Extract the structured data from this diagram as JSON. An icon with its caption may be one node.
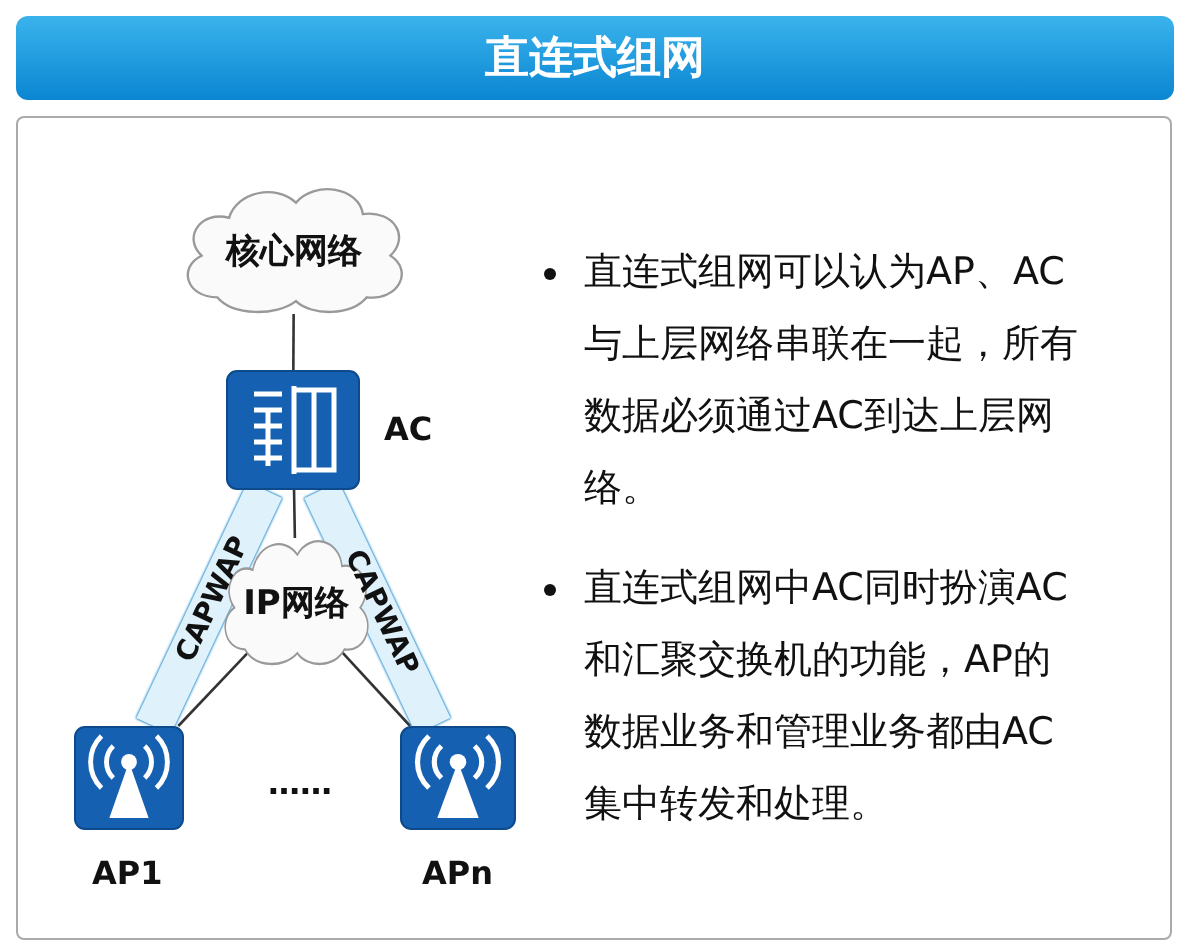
{
  "diagram": {
    "title": "直连式组网",
    "nodes": [
      {
        "text": [
          "核心网络"
        ]
      },
      {
        "text": [],
        "shape": "box",
        "beside": [
          "AC"
        ]
      },
      {
        "text": [
          "IP网络"
        ]
      },
      {
        "text": [],
        "shape": "box",
        "beside": [
          "AP1"
        ]
      },
      {
        "text": [],
        "shape": "box",
        "beside": [
          "APn"
        ]
      }
    ],
    "edges": [
      {
        "from": 0,
        "to": 1,
        "arrow": "none"
      },
      {
        "from": 1,
        "to": 2,
        "arrow": "none"
      },
      {
        "from": 2,
        "to": 3,
        "arrow": "none"
      },
      {
        "from": 2,
        "to": 4,
        "arrow": "none"
      },
      {
        "from": 1,
        "to": 3,
        "arrow": "none",
        "label": "CAPWAP",
        "style": "thick",
        "color": "#dff2fb"
      },
      {
        "from": 1,
        "to": 4,
        "arrow": "none",
        "label": "CAPWAP",
        "style": "thick",
        "color": "#dff2fb"
      }
    ],
    "labels": [
      "……",
      "直连式组网可以认为AP、AC与上层网络串联在一起，所有数据必须通过AC到达上层网络。",
      "直连式组网中AC同时扮演AC和汇聚交换机的功能，AP的数据业务和管理业务都由AC集中转发和处理。"
    ]
  }
}
